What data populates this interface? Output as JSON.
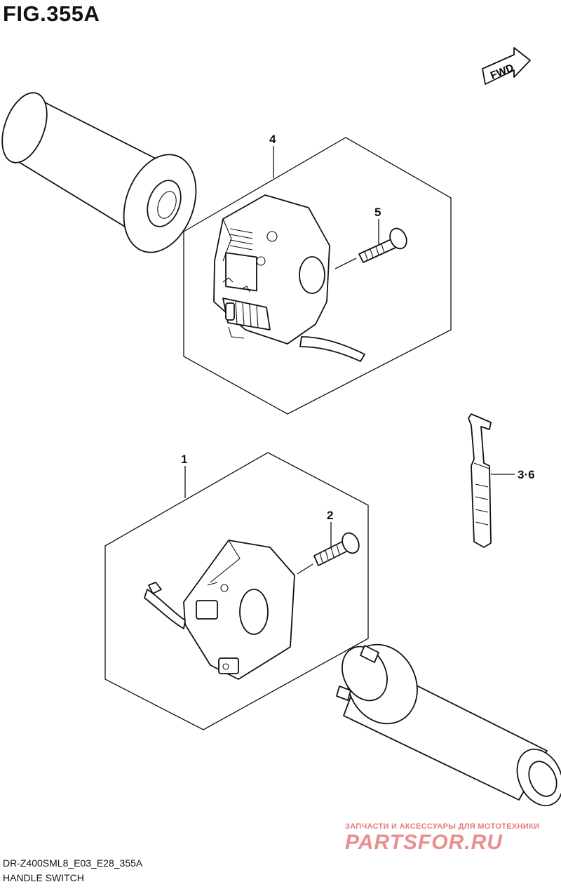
{
  "figure": {
    "title": "FIG.355A",
    "fwd_label": "FWD"
  },
  "callouts": [
    {
      "id": "1",
      "label": "1"
    },
    {
      "id": "2",
      "label": "2"
    },
    {
      "id": "4",
      "label": "4"
    },
    {
      "id": "5",
      "label": "5"
    },
    {
      "id": "3-6",
      "label": "3·6"
    }
  ],
  "footer": {
    "model_code": "DR-Z400SML8_E03_E28_355A",
    "section_name": "HANDLE SWITCH"
  },
  "watermark": {
    "tagline": "ЗАПЧАСТИ И АКСЕССУАРЫ ДЛЯ МОТОТЕХНИКИ",
    "brand": "PARTSFOR.RU"
  },
  "colors": {
    "line": "#111111",
    "background": "#ffffff",
    "watermark": "#e77b7b"
  }
}
